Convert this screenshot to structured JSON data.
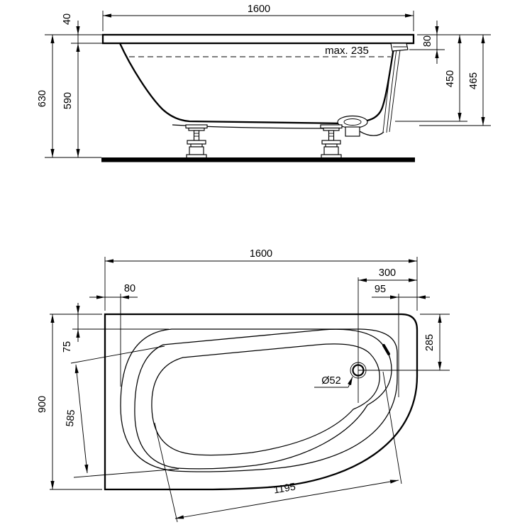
{
  "page": {
    "background": "#ffffff",
    "line_color": "#000000",
    "description": "Technical dimension drawing of an asymmetric corner bathtub: side elevation above, plan view below"
  },
  "side_view": {
    "dims": {
      "overall_width": "1600",
      "rim_thickness": "40",
      "total_height": "630",
      "height_below_rim": "590",
      "max_fill": "max. 235",
      "overflow_drop": "80",
      "inner_depth": "450",
      "rim_height": "465"
    }
  },
  "plan_view": {
    "dims": {
      "overall_length": "1600",
      "drain_offset_right": "300",
      "rim_width_right": "95",
      "rim_width_left": "80",
      "rim_width_top": "75",
      "drain_offset_top": "285",
      "drain_diameter": "Ø52",
      "basin_width": "585",
      "overall_depth": "900",
      "basin_length": "1195"
    }
  }
}
